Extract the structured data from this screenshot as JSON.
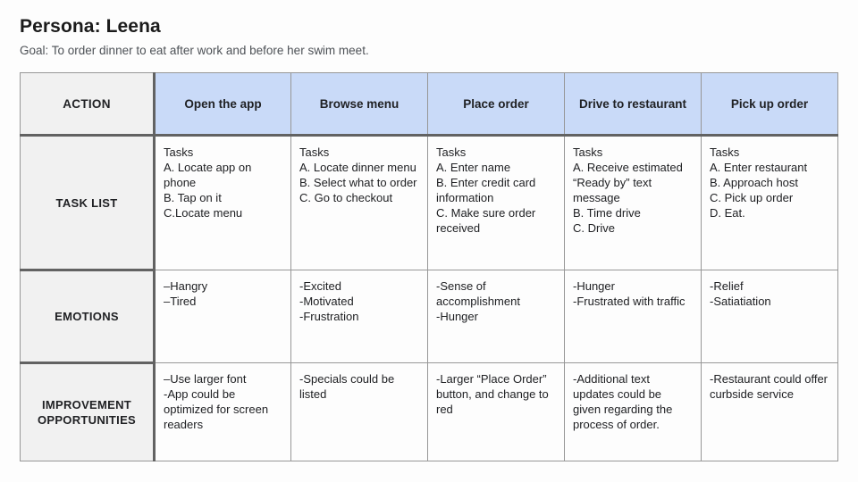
{
  "theme": {
    "header_bg": "#c9daf8",
    "label_bg": "#f1f1f1",
    "border_thin": "#979797",
    "border_thick": "#626262"
  },
  "page": {
    "title": "Persona: Leena",
    "goal": "Goal: To order dinner to eat after work and before her swim meet."
  },
  "table": {
    "action_label": "ACTION",
    "columns": [
      "Open the app",
      "Browse menu",
      "Place order",
      "Drive to restaurant",
      "Pick up order"
    ],
    "rows": [
      {
        "label": "TASK LIST",
        "cells": [
          "Tasks\nA. Locate app on phone\nB. Tap on it\nC.Locate menu",
          "Tasks\nA. Locate dinner menu\nB. Select what to order\nC. Go to checkout",
          "Tasks\nA. Enter name\nB. Enter credit card information\nC. Make sure order received",
          "Tasks\nA. Receive estimated “Ready by” text message\nB. Time drive\nC. Drive",
          "Tasks\nA. Enter restaurant\nB. Approach host\nC. Pick up order\nD. Eat."
        ]
      },
      {
        "label": "EMOTIONS",
        "cells": [
          "–Hangry\n–Tired",
          "-Excited\n-Motivated\n-Frustration",
          "-Sense of accomplishment\n-Hunger",
          "-Hunger\n-Frustrated with traffic",
          "-Relief\n-Satiatiation"
        ]
      },
      {
        "label": "IMPROVEMENT OPPORTUNITIES",
        "cells": [
          "–Use larger font\n-App could be optimized for screen readers",
          "-Specials could be listed",
          "-Larger “Place Order” button, and change to red",
          "-Additional text updates could be given regarding the process of order.",
          "-Restaurant could offer curbside service"
        ]
      }
    ]
  }
}
